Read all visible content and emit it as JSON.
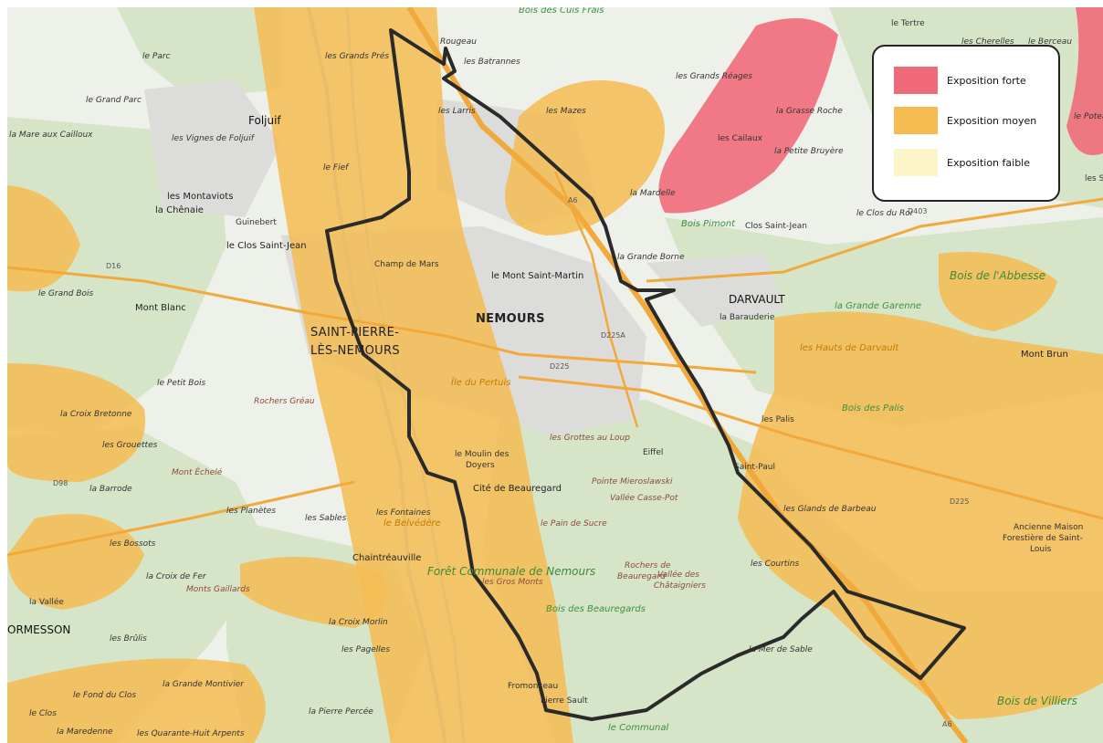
{
  "map": {
    "places": {
      "towns": [
        "SAINT-PIERRE-",
        "LÈS-NEMOURS",
        "NEMOURS",
        "DARVAULT",
        "ORMESSON"
      ],
      "villages": [
        "Foljuif",
        "les Montaviots",
        "la Chênaie",
        "Guinebert",
        "le Clos Saint-Jean",
        "Mont Blanc",
        "le Mont Saint-Martin",
        "la Barauderie",
        "Mont Brun",
        "Chaintréauville",
        "Cité de Beauregard",
        "Eiffel",
        "Saint-Paul",
        "les Palis",
        "le Tertre",
        "Fromonceau",
        "la Vallée",
        "Ancienne Maison",
        "Forestière de Saint-",
        "Louis",
        "le Moulin des",
        "Doyers"
      ],
      "small": [
        "le Parc",
        "le Grand Parc",
        "la Mare aux Cailloux",
        "les Vignes de Foljuif",
        "le Fief",
        "les Grands Prés",
        "Rougeau",
        "les Batrannes",
        "les Larris",
        "les Mazes",
        "les Grands Réages",
        "la Grasse Roche",
        "les Cailaux",
        "la Petite Bruyère",
        "les Cherelles",
        "le Berceau",
        "la Mardelle",
        "Clos Saint-Jean",
        "le Clos du Roi",
        "la Grande Borne",
        "Champ de Mars",
        "le Grand Bois",
        "le Petit Bois",
        "la Croix Bretonne",
        "les Grouettes",
        "la Barrode",
        "les Planètes",
        "les Sables",
        "les Fontaines",
        "les Bossots",
        "la Croix de Fer",
        "Monts Gaillards",
        "la Croix Morlin",
        "les Pagelles",
        "les Brûlis",
        "le Fond du Clos",
        "la Grande Montivier",
        "la Pierre Percée",
        "le Clos",
        "la Maredenne",
        "les Quarante-Huit Arpents",
        "Pierre Sault",
        "le Communal",
        "la Mer de Sable",
        "les Courtins",
        "les Glands de Barbeau",
        "les Gros Monts",
        "les Grottes au Loup",
        "Pointe Mieroslawski",
        "Vallée Casse-Pot",
        "le Pain de Sucre",
        "Rochers de",
        "Beauregard",
        "Vallée des",
        "Châtaigniers",
        "Rochers Gréau",
        "Mont Échelé",
        "le Belvédère",
        "Île du Pertuis",
        "les Hauts de Darvault",
        "les Sau",
        "le Poteau"
      ],
      "forests": [
        "Bois des Cuis Frais",
        "Bois Pimont",
        "Bois de l'Abbesse",
        "la Grande Garenne",
        "Bois des Palis",
        "Forêt Communale de Nemours",
        "Bois des Beauregards",
        "Bois de Villiers"
      ],
      "roads": [
        "D16",
        "D98",
        "D225",
        "D225",
        "D403",
        "D225A",
        "A6",
        "A6"
      ]
    },
    "legend": {
      "items": [
        {
          "label": "Exposition forte",
          "color": "#f06b7a"
        },
        {
          "label": "Exposition moyen",
          "color": "#f5bc52"
        },
        {
          "label": "Exposition faible",
          "color": "#fbf5c8"
        }
      ]
    },
    "colors": {
      "exposure_high": "#f06b7a",
      "exposure_medium": "#f5bc52",
      "exposure_low": "#fbf5c8",
      "boundary": "#2a2a2a",
      "forest": "#d8e6cc",
      "road": "#f2a93b"
    }
  }
}
